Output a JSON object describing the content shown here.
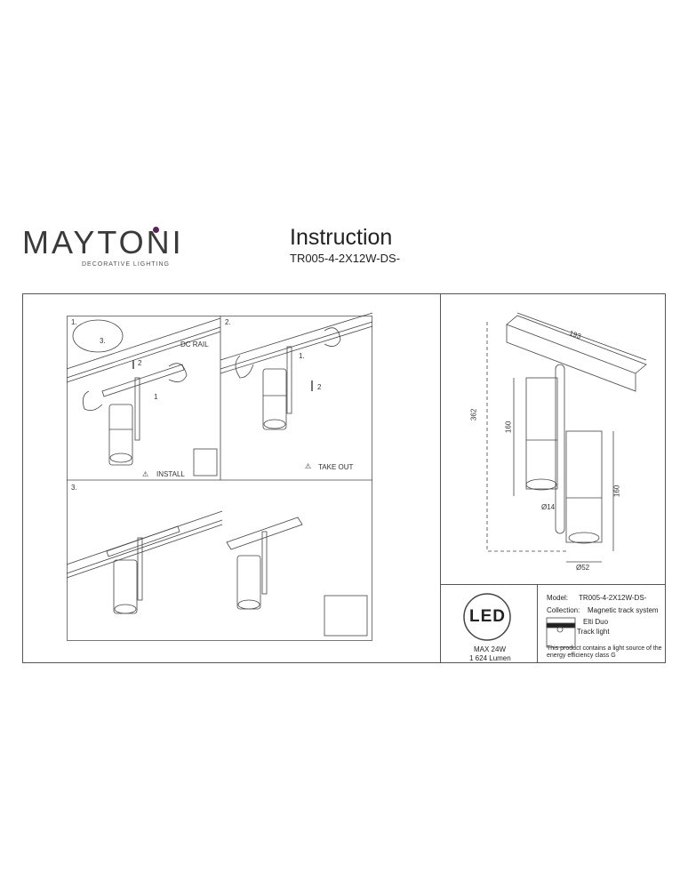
{
  "header": {
    "brand": "MAYTONI",
    "tagline": "DECORATIVE LIGHTING",
    "title": "Instruction",
    "model_code": "TR005-4-2X12W-DS-",
    "brand_accent_color": "#5b1f5e"
  },
  "steps": {
    "step1": {
      "number": "1.",
      "rail_label": "DC RAIL",
      "action": "INSTALL",
      "callouts": [
        "1",
        "2",
        "3."
      ]
    },
    "step2": {
      "number": "2.",
      "action": "TAKE OUT",
      "callouts": [
        "1.",
        "2"
      ]
    },
    "step3": {
      "number": "3."
    }
  },
  "dimensions": {
    "length": "193",
    "total_height": "362",
    "shade_height_1": "160",
    "shade_height_2": "160",
    "rod_diameter": "Ø14",
    "shade_diameter": "Ø52"
  },
  "spec": {
    "led_label": "LED",
    "max_power": "MAX 24W",
    "lumen": "1 624 Lumen",
    "model_label": "Model:",
    "model_value": "TR005-4-2X12W-DS-",
    "collection_label": "Collection:",
    "collection_value": "Magnetic track system",
    "series": "Elti Duo",
    "type": "Track light",
    "energy_note": "This product contains a light source of the energy efficiency class G"
  }
}
